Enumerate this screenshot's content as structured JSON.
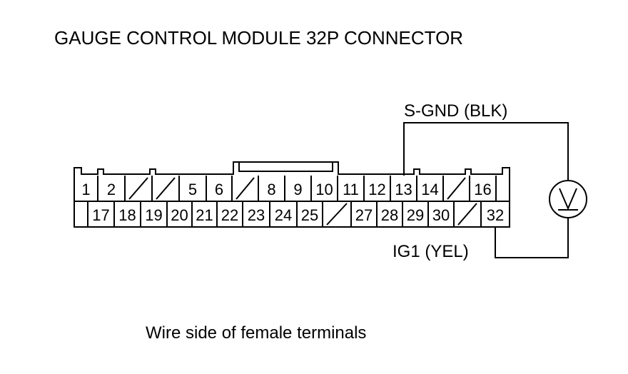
{
  "title": "GAUGE CONTROL MODULE 32P CONNECTOR",
  "caption": "Wire side of female terminals",
  "top_wire_label": "S-GND (BLK)",
  "bottom_wire_label": "IG1 (YEL)",
  "meter_symbol": "V",
  "row1": [
    "1",
    "2",
    "",
    "",
    "5",
    "6",
    "",
    "8",
    "9",
    "10",
    "11",
    "12",
    "13",
    "14",
    "",
    "16"
  ],
  "row2": [
    "",
    "17",
    "18",
    "19",
    "20",
    "21",
    "22",
    "23",
    "24",
    "25",
    "",
    "27",
    "28",
    "29",
    "30",
    "",
    "32"
  ]
}
